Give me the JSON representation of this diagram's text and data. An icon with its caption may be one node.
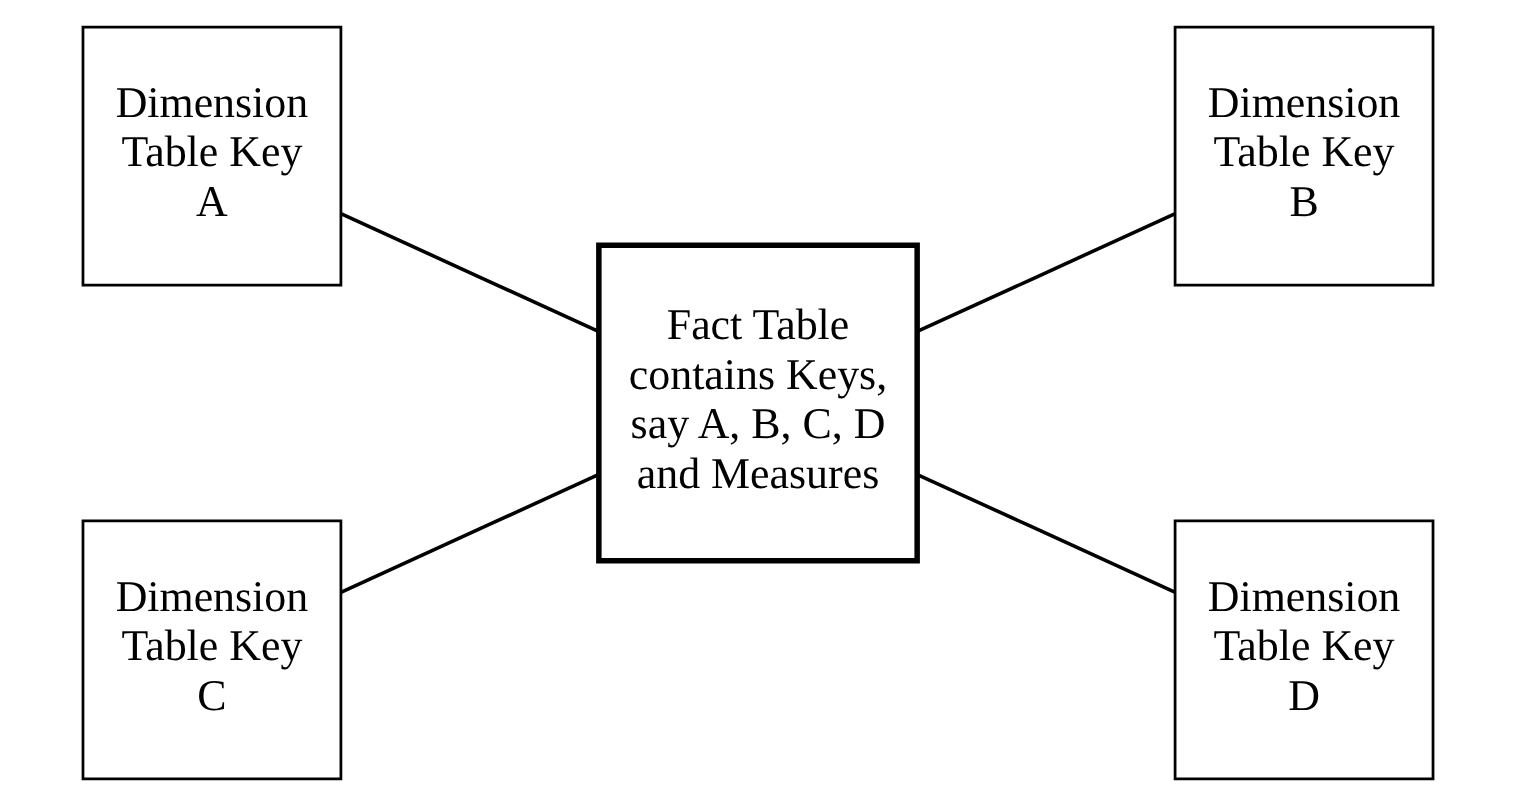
{
  "diagram": {
    "nodes": [
      {
        "text": [
          "Dimension Table Key A"
        ]
      },
      {
        "text": [
          "Dimension Table Key B"
        ]
      },
      {
        "text": [
          "Fact Table contains Keys, say A, B, C, D and Measures"
        ]
      },
      {
        "text": [
          "Dimension Table Key C"
        ]
      },
      {
        "text": [
          "Dimension Table Key D"
        ]
      }
    ],
    "edges": [
      {
        "from": 0,
        "to": 2,
        "arrow": "none"
      },
      {
        "from": 2,
        "to": 1,
        "arrow": "none"
      },
      {
        "from": 3,
        "to": 2,
        "arrow": "none"
      },
      {
        "from": 2,
        "to": 4,
        "arrow": "none"
      }
    ]
  }
}
